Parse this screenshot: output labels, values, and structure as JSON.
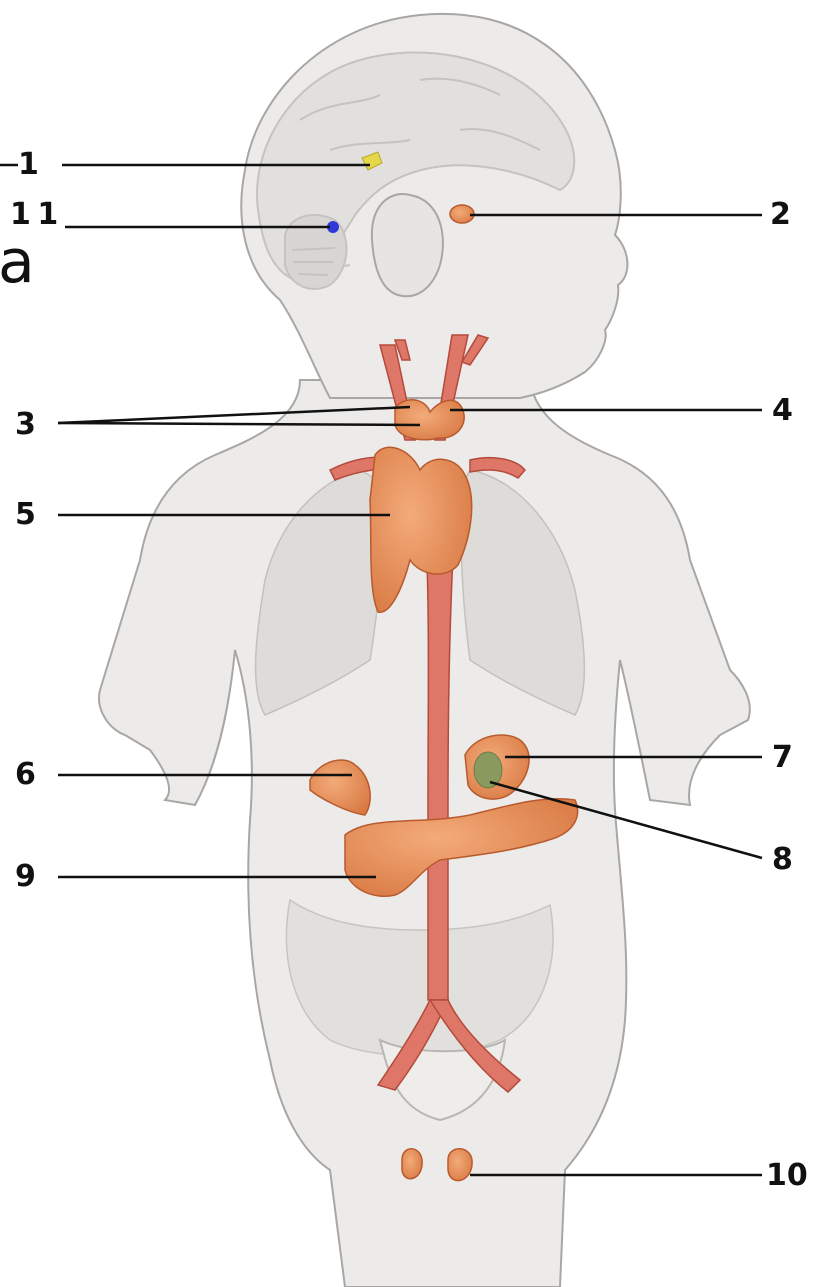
{
  "labels": {
    "l1": "1",
    "l2": "2",
    "l3": "3",
    "l4": "4",
    "l5": "5",
    "l6": "6",
    "l7": "7",
    "l8": "8",
    "l9": "9",
    "l10": "10",
    "l11": "1 1"
  },
  "stray_glyph": "a",
  "colors": {
    "body_fill": "#ecebe9",
    "body_outline": "#a9a7a4",
    "organ_fill": "#e98b58",
    "organ_outline": "#b85a2e",
    "vessel_fill": "#de7768",
    "pineal": "#e5d64a",
    "pituitary_marker": "#2f3ad6",
    "leader_line": "#111111"
  }
}
